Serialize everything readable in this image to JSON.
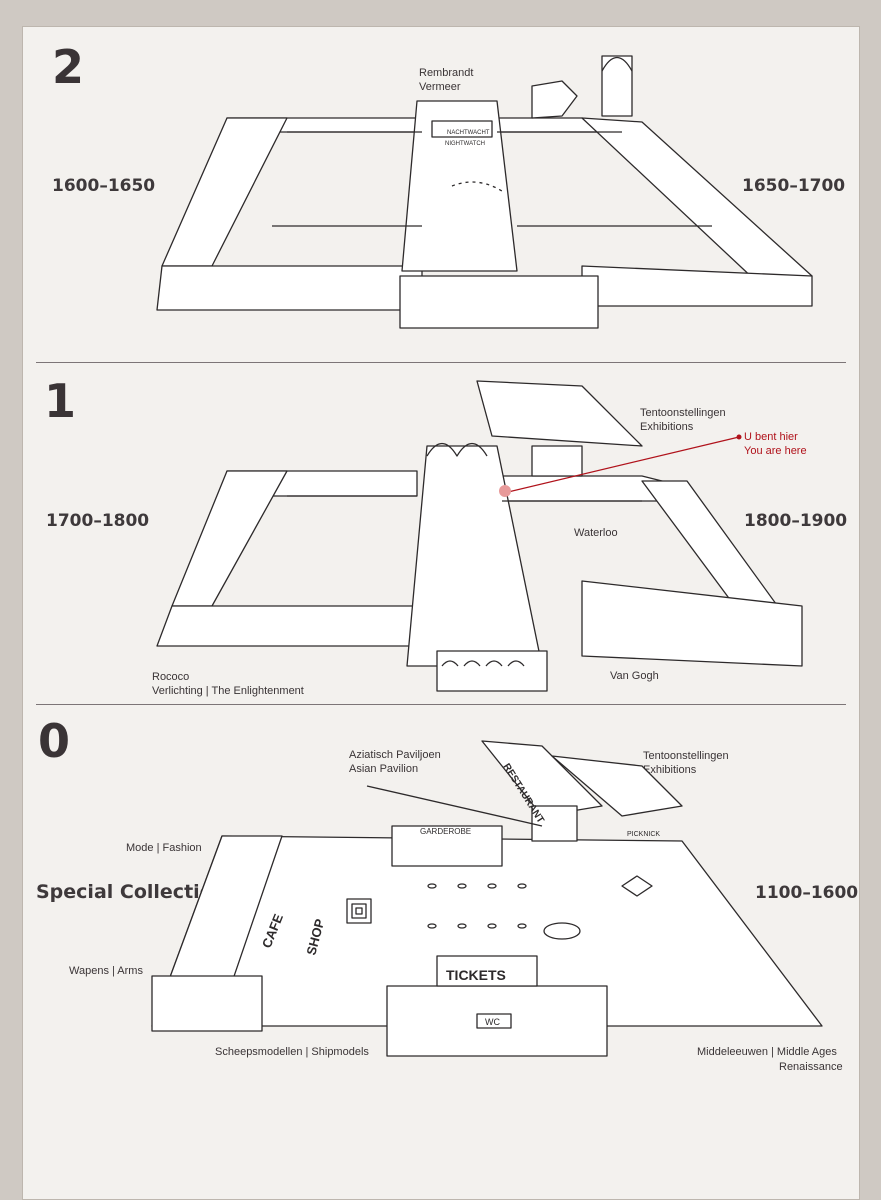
{
  "levels": [
    {
      "number": "2",
      "period_left": "1600–1650",
      "period_right": "1650–1700",
      "labels": {
        "rembrandt": "Rembrandt",
        "vermeer": "Vermeer"
      }
    },
    {
      "number": "1",
      "period_left": "1700–1800",
      "period_right": "1800–1900",
      "labels": {
        "tentoonstellingen": "Tentoonstellingen",
        "exhibitions": "Exhibitions",
        "u_bent_hier": "U bent hier",
        "you_are_here": "You are here",
        "waterloo": "Waterloo",
        "rococo": "Rococo",
        "verlichting": "Verlichting | The Enlightenment",
        "van_gogh": "Van Gogh"
      }
    },
    {
      "number": "0",
      "period_left": "Special Collections",
      "period_right": "1100–1600",
      "labels": {
        "aziatisch": "Aziatisch Paviljoen",
        "asian": "Asian Pavilion",
        "tentoonstellingen": "Tentoonstellingen",
        "exhibitions": "Exhibitions",
        "mode": "Mode | Fashion",
        "wapens": "Wapens | Arms",
        "scheeps": "Scheepsmodellen | Shipmodels",
        "middeleeuwen": "Middeleeuwen | Middle Ages",
        "renaissance": "Renaissance"
      }
    }
  ],
  "map_marks": {
    "nachtwacht": "NACHTWACHT",
    "nightwatch": "NIGHTWATCH",
    "garderobe": "GARDEROBE",
    "tickets": "TICKETS",
    "wc": "WC",
    "restaurant": "RESTAURANT",
    "picknick": "PICKNICK",
    "cafe": "CAFE",
    "shop": "SHOP"
  },
  "colors": {
    "board": "#f3f1ee",
    "ink": "#2d2a2b",
    "accent": "#b0121b",
    "here_dot": "#e89a9a"
  }
}
